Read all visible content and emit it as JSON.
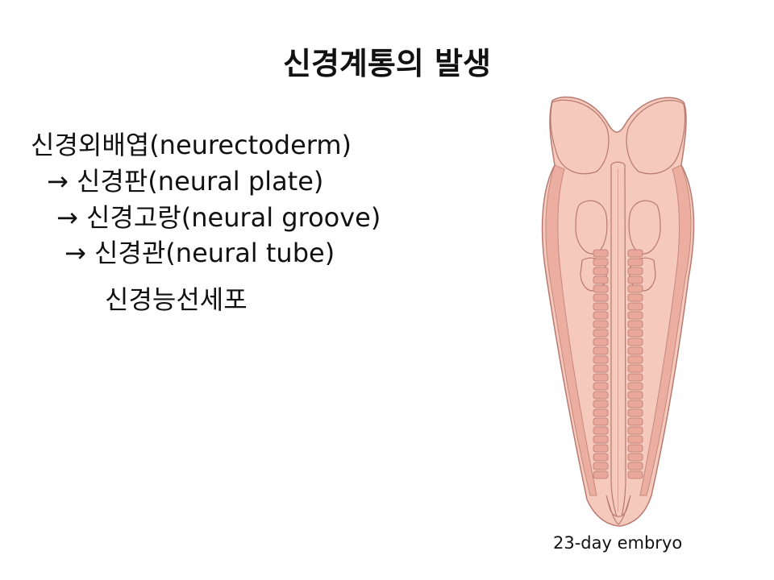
{
  "slide": {
    "title": "신경계통의 발생",
    "lines": [
      "신경외배엽(neurectoderm)",
      "→ 신경판(neural plate)",
      "→ 신경고랑(neural groove)",
      "→ 신경관(neural tube)",
      "신경능선세포"
    ],
    "figure": {
      "caption": "23-day embryo",
      "fill_color": "#f6c9bd",
      "edge_color": "#b87a70",
      "shadow_color": "#e9a89a"
    }
  }
}
